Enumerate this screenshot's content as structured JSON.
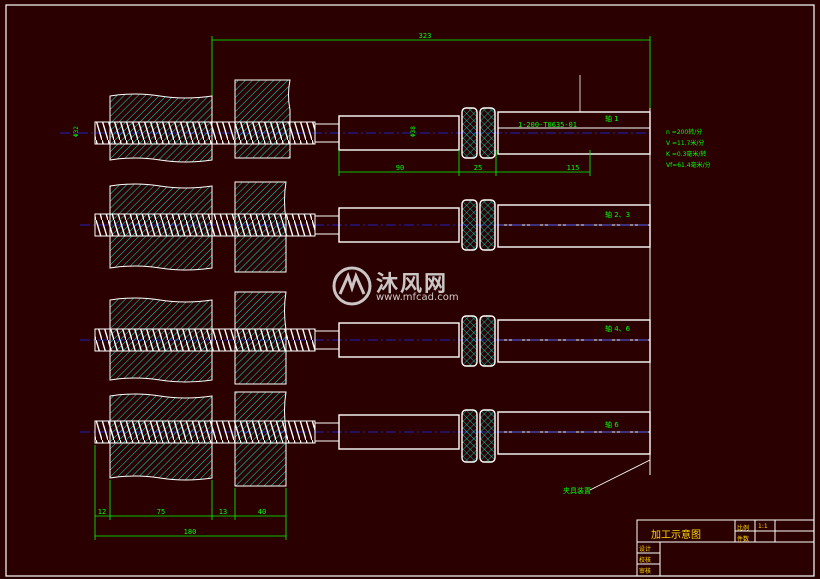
{
  "dimensions": {
    "overall_top": "323",
    "dia_left": "Φ32",
    "dia_mid": "Φ38",
    "seg_90": "90",
    "seg_25": "25",
    "seg_115": "115",
    "bottom_12": "12",
    "bottom_75": "75",
    "bottom_13": "13",
    "bottom_40": "40",
    "bottom_overall": "180"
  },
  "part_no": "1-200-T0635-01",
  "axis_labels": [
    "轴 1",
    "轴 2、3",
    "轴 4、6",
    "轴 6"
  ],
  "notes": [
    "n =200转/分",
    "V =11.7米/分",
    "K =0.3毫米/转",
    "Vf=61.4毫米/分"
  ],
  "callout": "夹具装置",
  "title_block": {
    "title": "加工示意图",
    "scale_label": "比例",
    "scale_value": "1:1",
    "qty_label": "件数",
    "rows": [
      "设计",
      "校核",
      "审核"
    ]
  },
  "watermark": {
    "brand": "沐风网",
    "url": "www.mfcad.com"
  },
  "colors": {
    "background": "#2b0000",
    "outline": "#ffffff",
    "hatch": "#00e5d0",
    "dimension": "#00ff00",
    "centerline": "#1f2bff",
    "text_yellow": "#ffd800"
  }
}
